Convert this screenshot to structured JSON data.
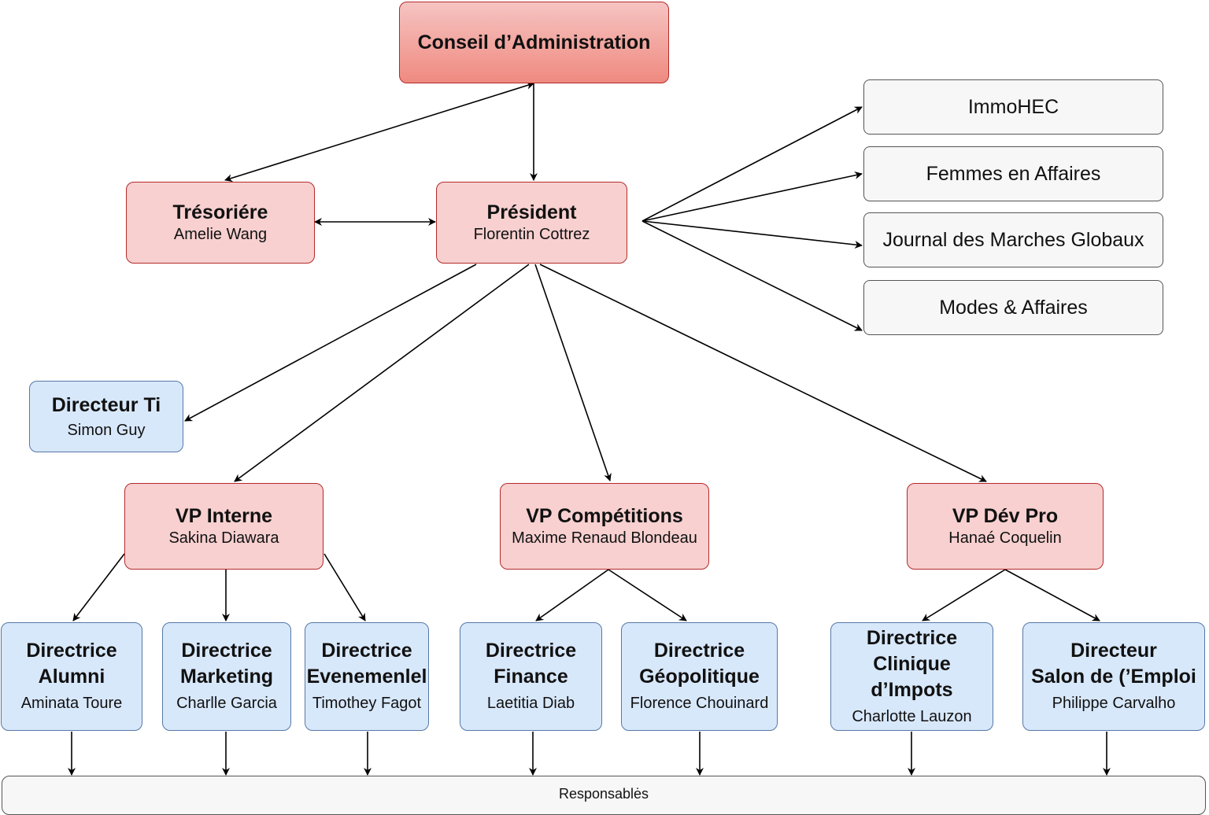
{
  "board": {
    "title": "Conseil d’Administration"
  },
  "tresoriere": {
    "role": "Trésoriére",
    "name": "Amelie Wang"
  },
  "president": {
    "role": "Président",
    "name": "Florentin Cottrez"
  },
  "publications": [
    {
      "label": "ImmoHEC"
    },
    {
      "label": "Femmes en Affaires"
    },
    {
      "label": "Journal des Marches Globaux"
    },
    {
      "label": "Modes & Affaires"
    }
  ],
  "directeur_ti": {
    "role": "Directeur Ti",
    "name": "Simon Guy"
  },
  "vps": [
    {
      "role": "VP Interne",
      "name": "Sakina Diawara"
    },
    {
      "role": "VP Compétitions",
      "name": "Maxime Renaud Blondeau"
    },
    {
      "role": "VP Dév Pro",
      "name": "Hanaé Coquelin"
    }
  ],
  "directors": [
    {
      "role": "Directrice",
      "dept": "Alumni",
      "name": "Aminata Toure"
    },
    {
      "role": "Directrice",
      "dept": "Marketing",
      "name": "Charlle Garcia"
    },
    {
      "role": "Directrice",
      "dept": "Evenemenlel",
      "name": "Timothey Fagot"
    },
    {
      "role": "Directrice",
      "dept": "Finance",
      "name": "Laetitia Diab"
    },
    {
      "role": "Directrice",
      "dept": "Géopolitique",
      "name": "Florence Chouinard"
    },
    {
      "role": "Directrice",
      "dept": "Clinique d’Impots",
      "name": "Charlotte Lauzon"
    },
    {
      "role": "Directeur",
      "dept": "Salon de (’Emploi",
      "name": "Philippe Carvalho"
    }
  ],
  "footer": {
    "label": "Responsablės"
  },
  "colors": {
    "executive_fill": "#f8d0d0",
    "executive_border": "#b42a2a",
    "director_fill": "#d8e8fb",
    "director_border": "#5578a6",
    "publication_fill": "#f7f7f7"
  }
}
